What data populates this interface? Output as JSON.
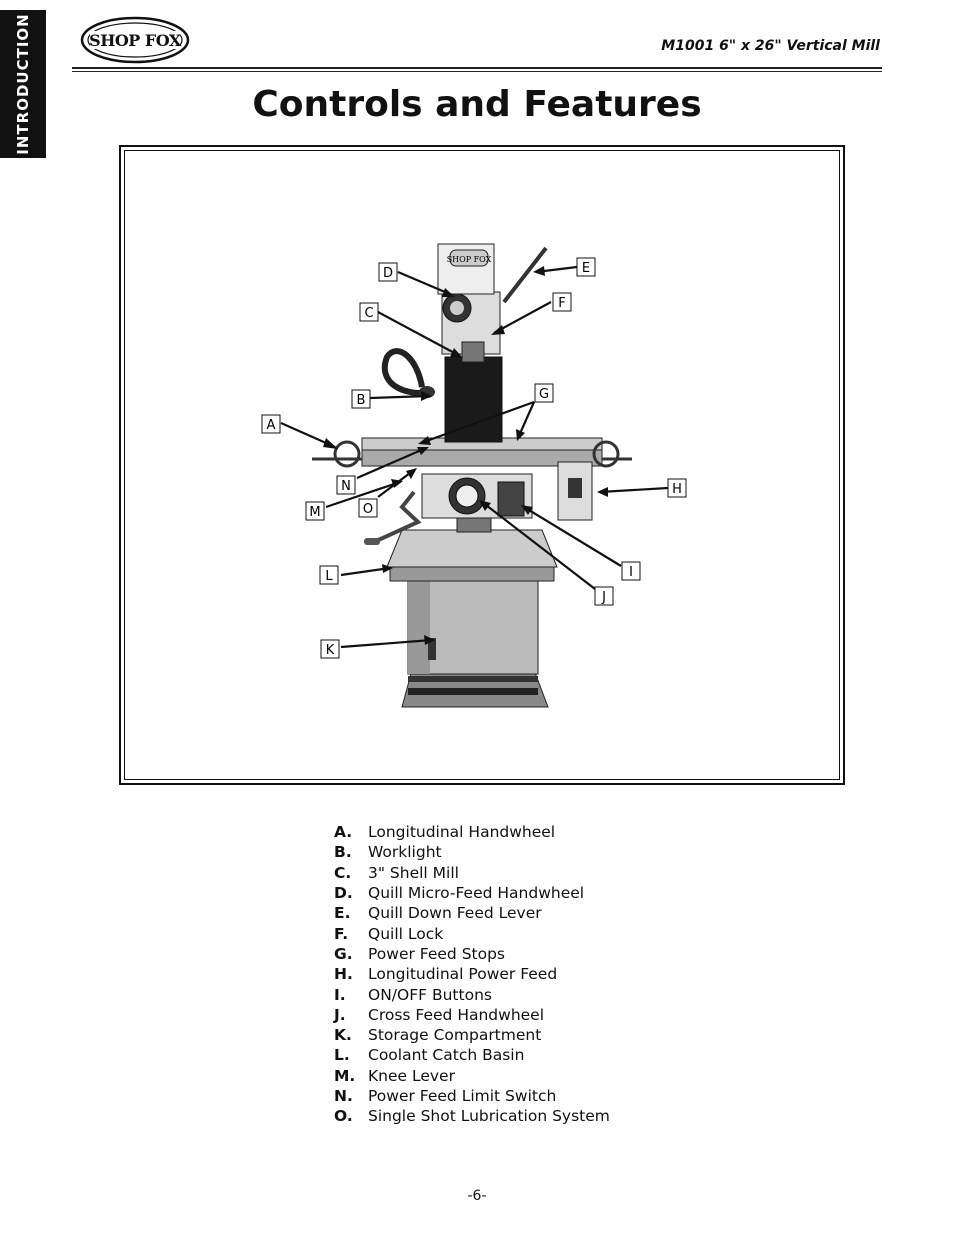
{
  "side_tab": "INTRODUCTION",
  "logo": {
    "text": "SHOP FOX"
  },
  "header": {
    "title": "M1001 6\" x 26\" Vertical Mill"
  },
  "page_title": "Controls and Features",
  "figure": {
    "brand_plate": "SHOP FOX",
    "callouts": [
      "A",
      "B",
      "C",
      "D",
      "E",
      "F",
      "G",
      "H",
      "I",
      "J",
      "K",
      "L",
      "M",
      "N",
      "O"
    ]
  },
  "legend": [
    {
      "key": "A.",
      "text": "Longitudinal Handwheel"
    },
    {
      "key": "B.",
      "text": "Worklight"
    },
    {
      "key": "C.",
      "text": "3\" Shell Mill"
    },
    {
      "key": "D.",
      "text": "Quill Micro-Feed Handwheel"
    },
    {
      "key": "E.",
      "text": "Quill Down Feed Lever"
    },
    {
      "key": "F.",
      "text": "Quill Lock"
    },
    {
      "key": "G.",
      "text": "Power Feed Stops"
    },
    {
      "key": "H.",
      "text": "Longitudinal Power Feed"
    },
    {
      "key": "I.",
      "text": "ON/OFF Buttons"
    },
    {
      "key": "J.",
      "text": "Cross Feed Handwheel"
    },
    {
      "key": "K.",
      "text": "Storage Compartment"
    },
    {
      "key": "L.",
      "text": "Coolant Catch Basin"
    },
    {
      "key": "M.",
      "text": " Knee Lever"
    },
    {
      "key": "N.",
      "text": "Power Feed Limit Switch"
    },
    {
      "key": "O.",
      "text": "Single Shot Lubrication System"
    }
  ],
  "page_number": "-6-"
}
